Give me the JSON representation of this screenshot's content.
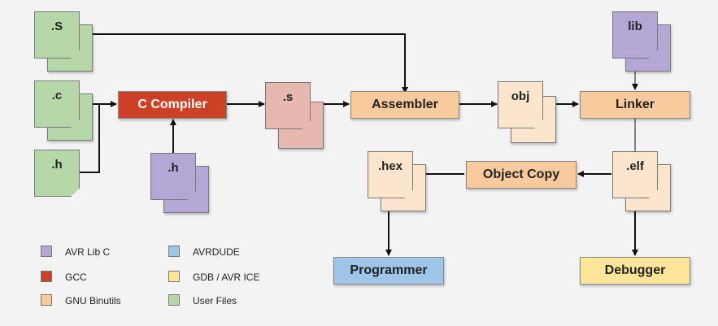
{
  "colors": {
    "avr_libc": "#b4a7d6",
    "gcc": "#cc4125",
    "gnu_binutils": "#f9cb9c",
    "avrdude": "#9fc5e8",
    "gdb": "#ffe599",
    "user_files": "#b6d7a8",
    "arrow": "#111111"
  },
  "files": {
    "s_source": ".S",
    "c_source": ".c",
    "h_user": ".h",
    "h_lib": ".h",
    "s_intermediate": ".s",
    "obj": "obj",
    "lib": "lib",
    "hex": ".hex",
    "elf": ".elf"
  },
  "tools": {
    "c_compiler": "C Compiler",
    "assembler": "Assembler",
    "linker": "Linker",
    "object_copy": "Object Copy",
    "programmer": "Programmer",
    "debugger": "Debugger"
  },
  "legend": [
    {
      "label": "AVR Lib C",
      "color": "#b4a7d6"
    },
    {
      "label": "GCC",
      "color": "#cc4125"
    },
    {
      "label": "GNU Binutils",
      "color": "#f9cb9c"
    },
    {
      "label": "AVRDUDE",
      "color": "#9fc5e8"
    },
    {
      "label": "GDB / AVR ICE",
      "color": "#ffe599"
    },
    {
      "label": "User Files",
      "color": "#b6d7a8"
    }
  ]
}
